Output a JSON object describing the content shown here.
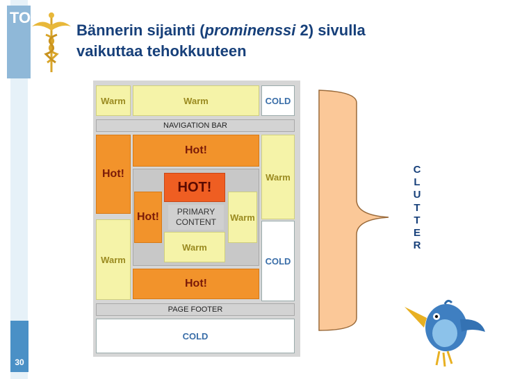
{
  "logo": {
    "text": "TOKK"
  },
  "title": {
    "line1_part1": "Bännerin sijainti (",
    "line1_italic": "prominenssi",
    "line1_part2": " 2) sivulla",
    "line2": "vaikuttaa tehokkuuteen"
  },
  "layout": {
    "top_left": "Warm",
    "top_mid": "Warm",
    "top_right": "COLD",
    "navigation": "NAVIGATION BAR",
    "left_upper": "Hot!",
    "mid_upper": "Hot!",
    "right_upper": "Warm",
    "center_big": "HOT!",
    "center_left": "Hot!",
    "primary_line1": "PRIMARY",
    "primary_line2": "CONTENT",
    "center_right": "Warm",
    "center_bottom": "Warm",
    "left_lower": "Warm",
    "right_lower": "COLD",
    "mid_lower": "Hot!",
    "footer": "PAGE FOOTER",
    "bottom": "COLD"
  },
  "clutter": [
    "C",
    "L",
    "U",
    "T",
    "T",
    "E",
    "R"
  ],
  "page": {
    "number": "30"
  },
  "colors": {
    "title": "#17407a",
    "warm": "#f5f3a8",
    "hot": "#f2932b",
    "hot_big": "#ef5e22",
    "cold": "#ffffff",
    "brace": "#fbc898",
    "accent": "#4a90c6"
  }
}
